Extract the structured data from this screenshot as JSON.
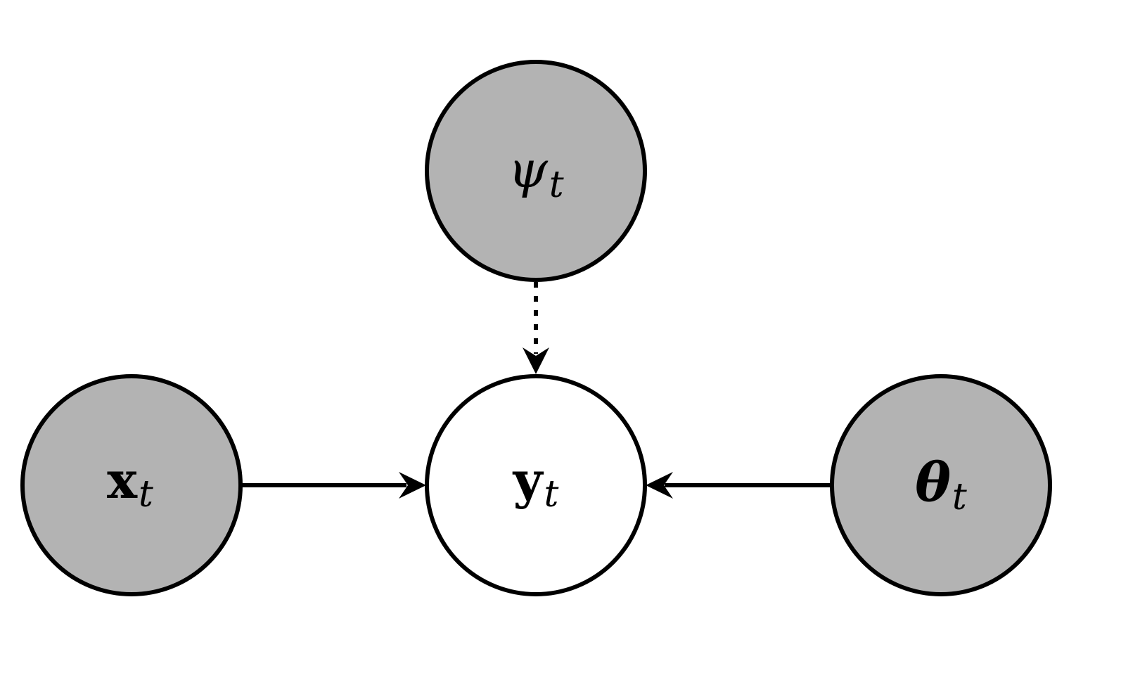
{
  "colors": {
    "observed_fill": "#b3b3b3",
    "latent_fill": "#ffffff",
    "stroke": "#000000"
  },
  "nodes": {
    "psi": {
      "symbol": "ψ",
      "subscript": "t",
      "shaded": true
    },
    "x": {
      "symbol": "x",
      "subscript": "t",
      "shaded": true
    },
    "y": {
      "symbol": "y",
      "subscript": "t",
      "shaded": false
    },
    "theta": {
      "symbol": "θ",
      "subscript": "t",
      "shaded": true
    }
  },
  "edges": [
    {
      "from": "psi",
      "to": "y",
      "style": "dotted"
    },
    {
      "from": "x",
      "to": "y",
      "style": "solid"
    },
    {
      "from": "theta",
      "to": "y",
      "style": "solid"
    }
  ]
}
